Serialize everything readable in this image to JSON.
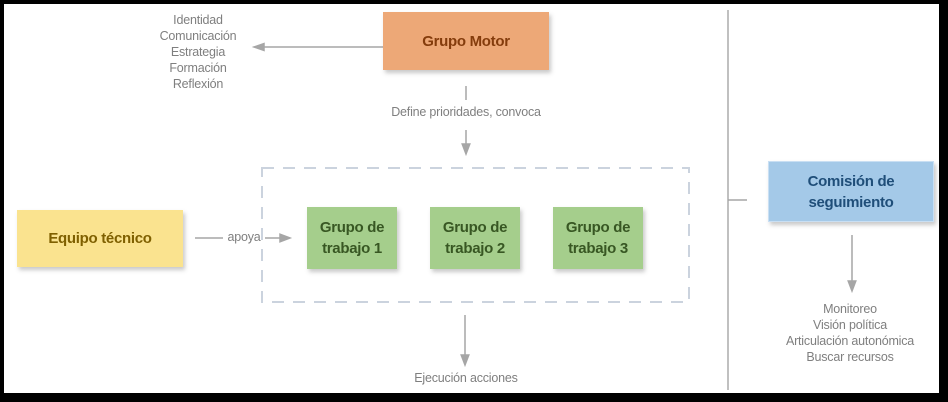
{
  "nodes": {
    "grupo_motor": {
      "label": "Grupo Motor",
      "fill": "#EDA877",
      "text_color": "#843C0C"
    },
    "equipo_tecnico": {
      "label": "Equipo técnico",
      "fill": "#FAE38F",
      "text_color": "#7F6000"
    },
    "work_group_1": {
      "label": "Grupo de trabajo 1",
      "fill": "#A5CE8C",
      "text_color": "#385723"
    },
    "work_group_2": {
      "label": "Grupo de trabajo 2",
      "fill": "#A5CE8C",
      "text_color": "#385723"
    },
    "work_group_3": {
      "label": "Grupo de trabajo 3",
      "fill": "#A5CE8C",
      "text_color": "#385723"
    },
    "comision_seguimiento": {
      "label": "Comisión de seguimiento",
      "fill": "#A4C9E8",
      "text_color": "#1F4E79"
    }
  },
  "connector_labels": {
    "define": "Define prioridades, convoca",
    "apoya": "apoya",
    "ejecucion": "Ejecución acciones"
  },
  "grupo_motor_functions": [
    "Identidad",
    "Comunicación",
    "Estrategia",
    "Formación",
    "Reflexión"
  ],
  "comision_functions": [
    "Monitoreo",
    "Visión política",
    "Articulación autonómica",
    "Buscar recursos"
  ],
  "colors": {
    "connector_gray": "#A6A6A6",
    "muted_text": "#7F7F7F",
    "dashed_border": "#CBD3DE",
    "frame_border": "#000000",
    "background": "#FFFFFF"
  }
}
